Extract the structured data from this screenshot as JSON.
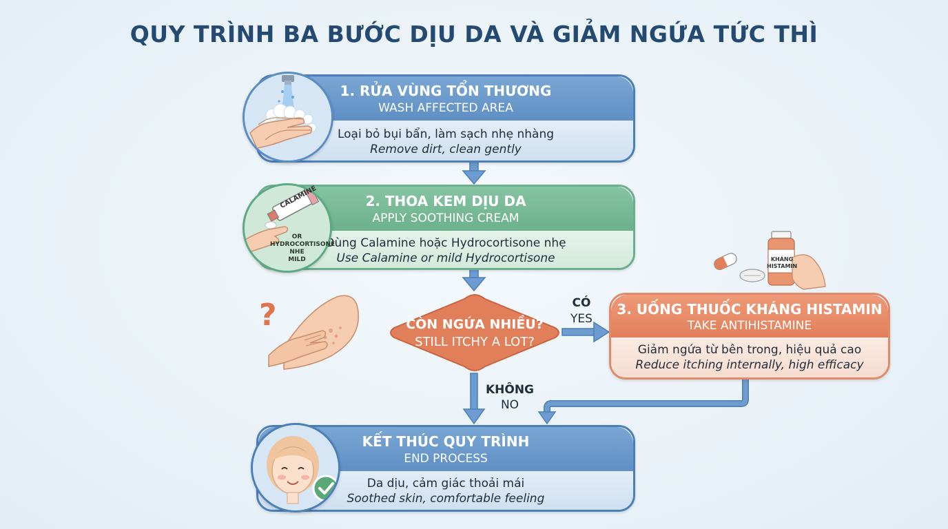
{
  "title": "QUY TRÌNH BA BƯỚC DỊU DA VÀ GIẢM NGỨA TỨC THÌ",
  "steps": [
    {
      "title_vi": "1. RỬA VÙNG TỔN THƯƠNG",
      "title_en": "WASH AFFECTED AREA",
      "desc_vi": "Loại bỏ bụi bẩn, làm sạch nhẹ nhàng",
      "desc_en": "Remove dirt, clean gently",
      "icon": "washing-hands-icon"
    },
    {
      "title_vi": "2. THOA KEM DỊU DA",
      "title_en": "APPLY SOOTHING CREAM",
      "desc_vi": "Dùng Calamine hoặc Hydrocortisone nhẹ",
      "desc_en": "Use Calamine or mild Hydrocortisone",
      "icon": "cream-tube-icon",
      "tube_label": "CALAMINE",
      "icon_text": [
        "OR",
        "HYDROCORTISONE",
        "NHE",
        "MILD"
      ]
    },
    {
      "title_vi": "3. UỐNG THUỐC KHÁNG HISTAMIN",
      "title_en": "TAKE ANTIHISTAMINE",
      "desc_vi": "Giảm ngứa từ bên trong, hiệu quả cao",
      "desc_en": "Reduce itching internally, high efficacy",
      "icon": "medicine-bottle-icon",
      "bottle_label": [
        "KHÁNG",
        "HISTAMIN"
      ]
    },
    {
      "title_vi": "KẾT THÚC QUY TRÌNH",
      "title_en": "END PROCESS",
      "desc_vi": "Da dịu, cảm giác thoải mái",
      "desc_en": "Soothed skin, comfortable feeling",
      "icon": "smiling-face-check-icon"
    }
  ],
  "decision": {
    "question_vi": "CÒN NGỨA NHIỀU?",
    "question_en": "STILL ITCHY A LOT?",
    "icon": "scratching-arm-question-icon",
    "yes_vi": "CÓ",
    "yes_en": "YES",
    "no_vi": "KHÔNG",
    "no_en": "NO"
  },
  "colors": {
    "title": "#254a72",
    "blue": "#5f8fc4",
    "green": "#6cb08c",
    "orange": "#e27f5b",
    "arrow": "#5b8cc8"
  }
}
